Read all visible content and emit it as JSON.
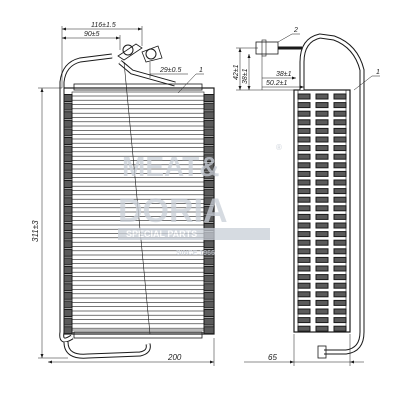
{
  "dimensions": {
    "top_outer": "116±1.5",
    "top_inner": "90±5",
    "pipe_offset": "29±0.5",
    "height": "311±3",
    "width": "200",
    "side_h1": "42±1",
    "side_h2": "38±1",
    "side_w1": "38±1",
    "side_w2": "50.2±1",
    "depth": "65"
  },
  "callouts": {
    "front_part": "1",
    "side_part": "1",
    "side_fitting": "2"
  },
  "watermark": {
    "line1": "MEAT&",
    "line2": "DORIA",
    "line3": "SPECIAL PARTS",
    "line4": "SINCE 1966",
    "registered": "®"
  },
  "colors": {
    "line": "#1a1a1a",
    "fin": "#5a5a5a",
    "watermark": "#c9cfd8"
  }
}
